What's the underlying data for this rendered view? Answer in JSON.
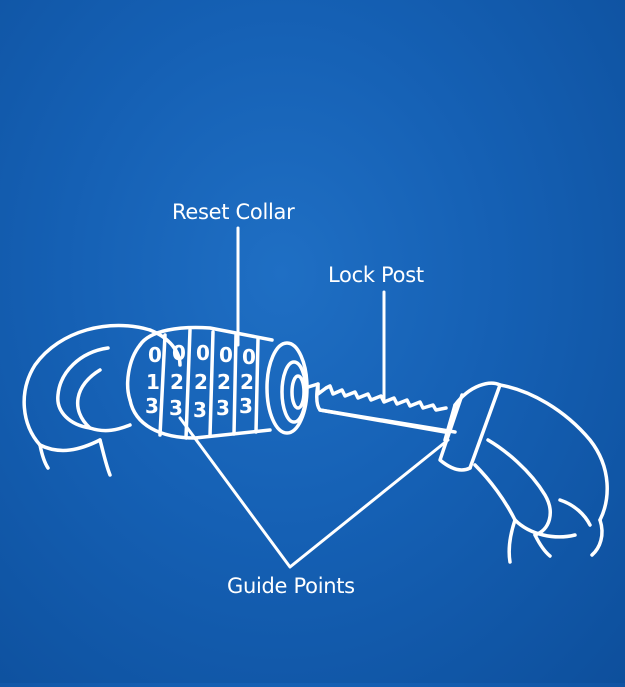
{
  "labels": {
    "reset_collar": "Reset Collar",
    "lock_post": "Lock Post",
    "guide_points": "Guide Points"
  },
  "dial": {
    "top_row": [
      "0",
      "0",
      "0",
      "0",
      "0"
    ],
    "middle_row": [
      "1",
      "2",
      "2",
      "2",
      "2"
    ],
    "bottom_row": [
      "3",
      "3",
      "3",
      "3",
      "3"
    ]
  },
  "colors": {
    "background": "#1560b4",
    "line": "#ffffff"
  }
}
